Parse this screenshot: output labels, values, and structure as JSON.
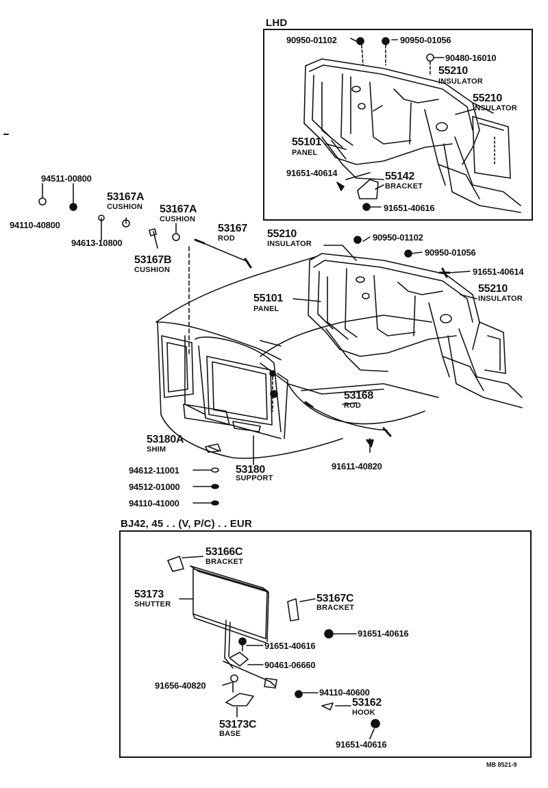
{
  "sections": {
    "lhd_title": "LHD",
    "eur_title": "BJ42, 45 . . (V, P/C) . . EUR",
    "footer_code": "MB 8521-9"
  },
  "lhd": {
    "p1": "90950-01102",
    "p2": "90950-01056",
    "p3": "90480-16010",
    "ins1_num": "55210",
    "ins1_name": "INSULATOR",
    "ins2_num": "55210",
    "ins2_name": "INSULATOR",
    "panel_num": "55101",
    "panel_name": "PANEL",
    "p4": "91651-40614",
    "bracket_num": "55142",
    "bracket_name": "BRACKET",
    "p5": "91651-40616"
  },
  "main": {
    "p_94511": "94511-00800",
    "p_94110": "94110-40800",
    "p_94613": "94613-10800",
    "cush1_num": "53167A",
    "cush1_name": "CUSHION",
    "cush2_num": "53167A",
    "cush2_name": "CUSHION",
    "cush3_num": "53167B",
    "cush3_name": "CUSHION",
    "rod1_num": "53167",
    "rod1_name": "ROD",
    "ins1_num": "55210",
    "ins1_name": "INSULATOR",
    "p_90950a": "90950-01102",
    "p_90950b": "90950-01056",
    "p_91651": "91651-40614",
    "ins2_num": "55210",
    "ins2_name": "INSULATOR",
    "panel_num": "55101",
    "panel_name": "PANEL",
    "rod2_num": "53168",
    "rod2_name": "ROD",
    "shim_num": "53180A",
    "shim_name": "SHIM",
    "p_91611": "91611-40820",
    "p_94612": "94612-11001",
    "support_num": "53180",
    "support_name": "SUPPORT",
    "p_94512": "94512-01000",
    "p_94110b": "94110-41000"
  },
  "eur": {
    "bracket1_num": "53166C",
    "bracket1_name": "BRACKET",
    "shutter_num": "53173",
    "shutter_name": "SHUTTER",
    "bracket2_num": "53167C",
    "bracket2_name": "BRACKET",
    "p_91651a": "91651-40616",
    "p_91651b": "91651-40616",
    "p_90461": "90461-06660",
    "p_91656": "91656-40820",
    "p_94110": "94110-40600",
    "hook_num": "53162",
    "hook_name": "HOOK",
    "base_num": "53173C",
    "base_name": "BASE",
    "p_91651c": "91651-40616"
  }
}
